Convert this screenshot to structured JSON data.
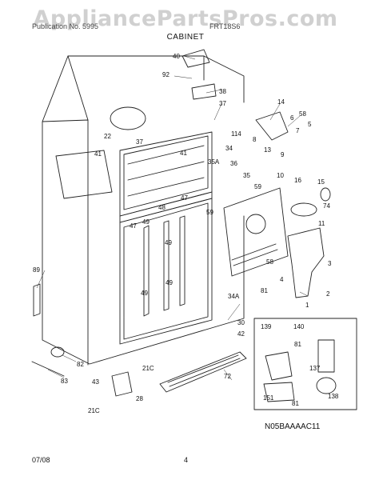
{
  "watermark": "AppliancePartsPros.com",
  "header": {
    "left": "Publication No. 5995",
    "right": "FRT18S6",
    "section": "CABINET"
  },
  "figure_code": "N05BAAAAC11",
  "footer": {
    "date": "07/08",
    "page": "4"
  },
  "callouts": [
    "40",
    "92",
    "38",
    "37",
    "14",
    "58",
    "5",
    "6",
    "7",
    "8",
    "13",
    "9",
    "22",
    "41",
    "37",
    "114",
    "34",
    "35A",
    "36",
    "35",
    "41",
    "10",
    "15",
    "16",
    "74",
    "11",
    "59",
    "59",
    "47",
    "48",
    "47",
    "49",
    "49",
    "49",
    "49",
    "3",
    "2",
    "58",
    "4",
    "1",
    "81",
    "89",
    "34A",
    "30",
    "42",
    "139",
    "140",
    "81",
    "137",
    "138",
    "151",
    "81",
    "82",
    "83",
    "43",
    "28",
    "21C",
    "21C",
    "72"
  ]
}
